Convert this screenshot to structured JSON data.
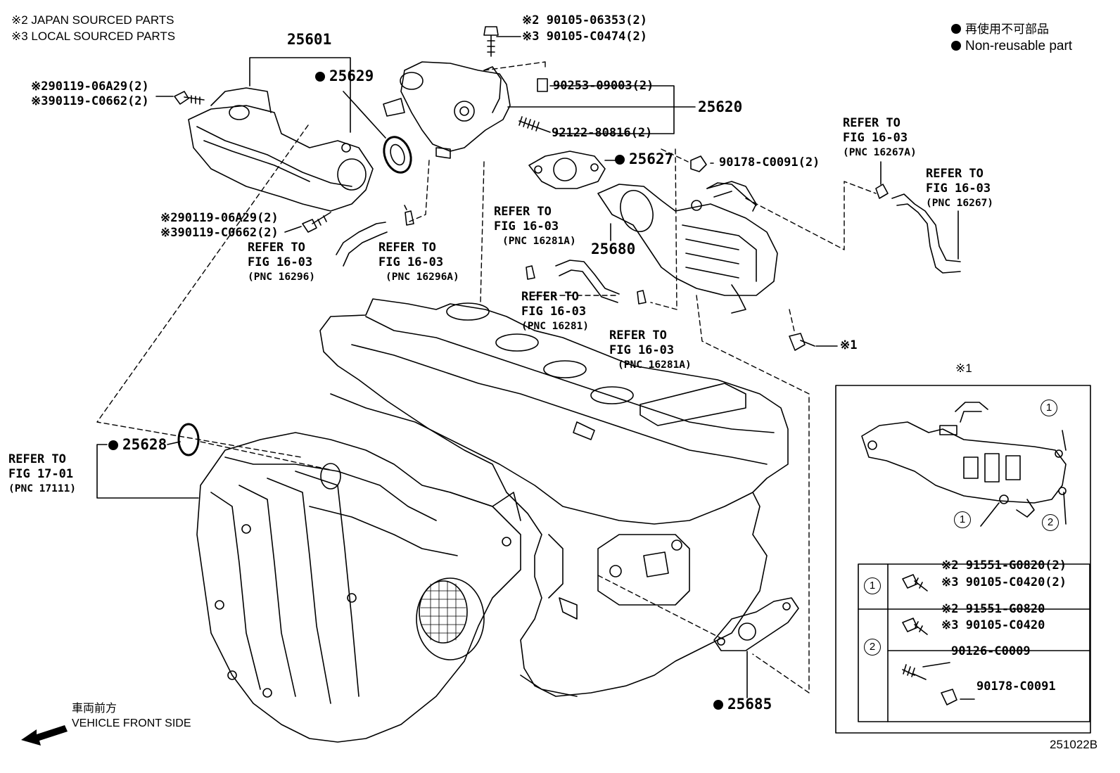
{
  "header": {
    "japan_sourced": "※2 JAPAN SOURCED PARTS",
    "local_sourced": "※3 LOCAL SOURCED PARTS"
  },
  "legend": {
    "non_reusable_jp": "再使用不可部品",
    "non_reusable_en": "Non-reusable part"
  },
  "pnc_numbers": {
    "p25601": "25601",
    "p25629": "25629",
    "p25620": "25620",
    "p25627": "25627",
    "p25680": "25680",
    "p25628": "25628",
    "p25685": "25685"
  },
  "part_numbers": {
    "bolt_top_jp": "※2 90105-06353(2)",
    "bolt_top_local": "※3 90105-C0474(2)",
    "pin_90253": "90253-09003(2)",
    "stud_92122": "92122-80816(2)",
    "nut_90178": "90178-C0091(2)",
    "bolt_upper_jp": "※290119-06A29(2)",
    "bolt_upper_local": "※390119-C0662(2)",
    "bolt_lower_jp": "※290119-06A29(2)",
    "bolt_lower_local": "※390119-C0662(2)",
    "star1_bolt": "※1"
  },
  "references": [
    {
      "line1": "REFER TO",
      "line2": "FIG 16-03",
      "pnc": "(PNC 16267A)"
    },
    {
      "line1": "REFER TO",
      "line2": "FIG 16-03",
      "pnc": "(PNC 16267)"
    },
    {
      "line1": "REFER TO",
      "line2": "FIG 16-03",
      "pnc": "(PNC 16281A)"
    },
    {
      "line1": "REFER TO",
      "line2": "FIG 16-03",
      "pnc": "(PNC 16296)"
    },
    {
      "line1": "REFER TO",
      "line2": "FIG 16-03",
      "pnc": "(PNC 16296A)"
    },
    {
      "line1": "REFER TO",
      "line2": "FIG 16-03",
      "pnc": "(PNC 16281)"
    },
    {
      "line1": "REFER TO",
      "line2": "FIG 16-03",
      "pnc": "(PNC 16281A)"
    },
    {
      "line1": "REFER TO",
      "line2": "FIG 17-01",
      "pnc": "(PNC 17111)"
    }
  ],
  "detail_box": {
    "title": "※1",
    "callout_1": "1",
    "callout_2": "2",
    "rows": [
      {
        "num": "1",
        "parts": [
          "※2 91551-G0820(2)",
          "※3 90105-C0420(2)"
        ]
      },
      {
        "num": "2",
        "parts": [
          "※2 91551-G0820",
          "※3 90105-C0420",
          "90126-C0009",
          "90178-C0091"
        ]
      }
    ]
  },
  "direction": {
    "jp": "車両前方",
    "en": "VEHICLE FRONT SIDE"
  },
  "figure_id": "251022B"
}
